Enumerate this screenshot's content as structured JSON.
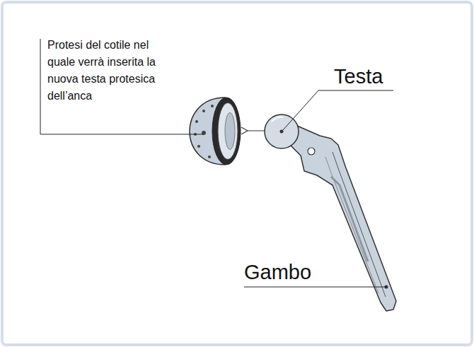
{
  "diagram": {
    "labels": [
      "Protesi del cotile nel quale verrà inserita la nuova testa protesica dell’anca",
      "Testa",
      "Gambo"
    ]
  }
}
